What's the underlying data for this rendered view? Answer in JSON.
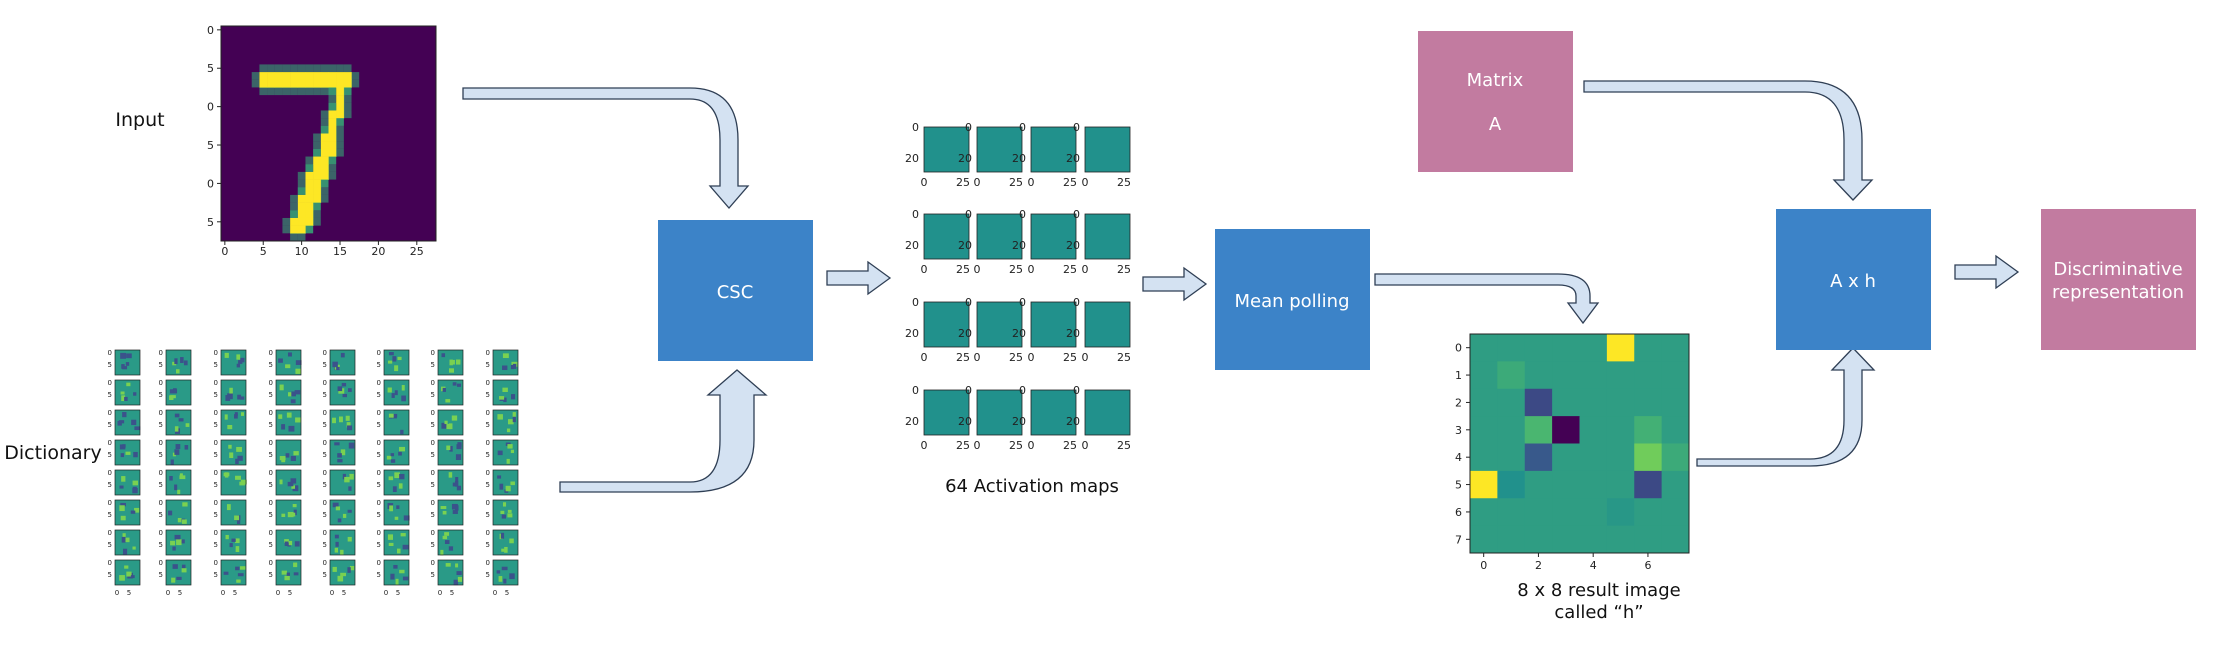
{
  "labels": {
    "input": "Input",
    "dictionary": "Dictionary",
    "csc": "CSC",
    "activation_maps": "64 Activation maps",
    "mean_polling": "Mean polling",
    "matrix_line1": "Matrix",
    "matrix_line2": "A",
    "result_line1": "8 x 8 result image",
    "result_line2": "called “h”",
    "axh": "A x h",
    "disc_line1": "Discriminative",
    "disc_line2": "representation"
  },
  "input_plot": {
    "x_ticks": [
      "0",
      "5",
      "10",
      "15",
      "20",
      "25"
    ],
    "y_ticks": [
      "0",
      "5",
      "0",
      "5",
      "0",
      "5"
    ]
  },
  "activation_plot": {
    "x_ticks": [
      "0",
      "25"
    ],
    "y_ticks": [
      "0",
      "20"
    ]
  },
  "dictionary_plot": {
    "x_ticks": [
      "0",
      "5"
    ],
    "y_ticks": [
      "0",
      "5"
    ]
  },
  "h_image": {
    "x_ticks": [
      "0",
      "2",
      "4",
      "6"
    ],
    "y_ticks": [
      "0",
      "1",
      "2",
      "3",
      "4",
      "5",
      "6",
      "7"
    ],
    "values": [
      [
        0.1,
        0.1,
        0.1,
        0.1,
        0.1,
        0.9,
        0.1,
        0.1
      ],
      [
        0.1,
        0.2,
        0.1,
        0.1,
        0.1,
        0.1,
        0.1,
        0.1
      ],
      [
        0.1,
        0.1,
        -0.5,
        0.1,
        0.1,
        0.1,
        0.1,
        0.1
      ],
      [
        0.1,
        0.1,
        0.3,
        -0.9,
        0.1,
        0.1,
        0.25,
        0.1
      ],
      [
        0.1,
        0.1,
        -0.4,
        0.1,
        0.1,
        0.1,
        0.5,
        0.2
      ],
      [
        0.9,
        0.0,
        0.1,
        0.1,
        0.1,
        0.1,
        -0.5,
        0.1
      ],
      [
        0.1,
        0.1,
        0.1,
        0.1,
        0.1,
        0.05,
        0.1,
        0.1
      ],
      [
        0.1,
        0.1,
        0.1,
        0.1,
        0.1,
        0.1,
        0.1,
        0.1
      ]
    ]
  },
  "colors": {
    "blue_box": "#3c83c8",
    "pink_box": "#c27ba0",
    "arrow_fill": "#d4e2f2",
    "arrow_stroke": "#2f3f55",
    "viridis_dark": "#440154",
    "viridis_mid": "#21918c",
    "viridis_bright": "#fde725"
  },
  "icons": [
    "right-arrow-icon",
    "curved-arrow-icon"
  ]
}
